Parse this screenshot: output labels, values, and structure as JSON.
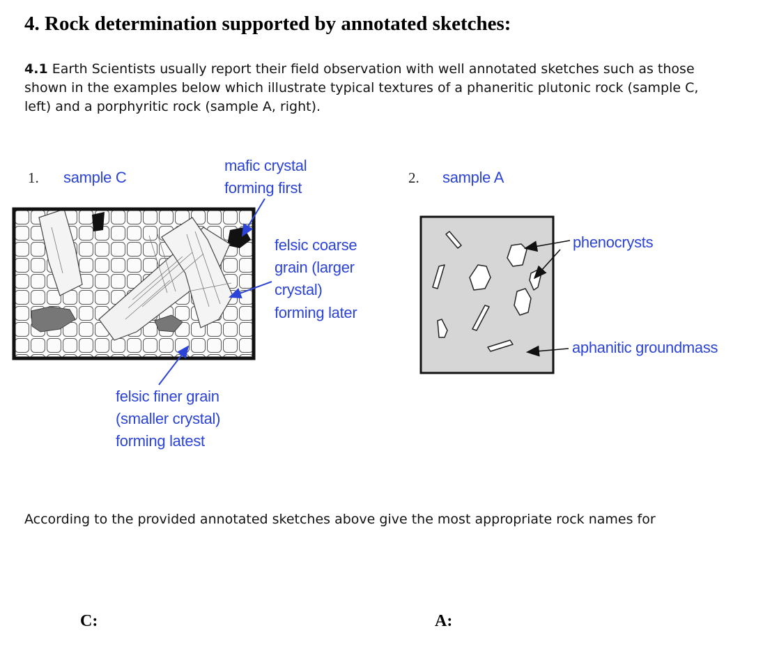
{
  "question": {
    "heading": "4. Rock determination supported by annotated sketches:",
    "number": "4.1",
    "intro": "Earth Scientists usually report their field observation with well annotated sketches such as those shown in the examples below which illustrate typical textures of a phaneritic plutonic rock (sample C, left) and a porphyritic rock (sample A, right).",
    "prompt": "According to the provided annotated sketches above give the most appropriate rock names for"
  },
  "figure": {
    "left": {
      "number": "1.",
      "title": "sample C",
      "mafic_line1": "mafic crystal",
      "mafic_line2": "forming first",
      "coarse_line1": "felsic coarse",
      "coarse_line2": "grain (larger",
      "coarse_line3": "crystal)",
      "coarse_line4": "forming later",
      "fine_line1": "felsic finer grain",
      "fine_line2": "(smaller crystal)",
      "fine_line3": "forming latest"
    },
    "right": {
      "number": "2.",
      "title": "sample A",
      "phenocrysts": "phenocrysts",
      "groundmass": "aphanitic groundmass"
    },
    "label_color": "#2b43d6"
  },
  "answers": {
    "c_label": "C:",
    "a_label": "A:"
  }
}
